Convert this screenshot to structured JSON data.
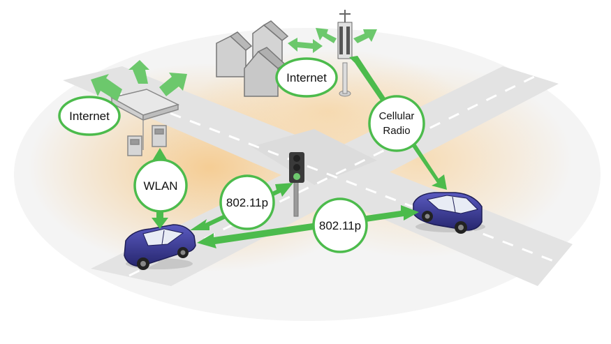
{
  "labels": {
    "internet_station": "Internet",
    "internet_houses": "Internet",
    "cellular_line1": "Cellular",
    "cellular_line2": "Radio",
    "wlan": "WLAN",
    "v2i": "802.11p",
    "v2v": "802.11p"
  },
  "colors": {
    "accent_green": "#4cbb4c",
    "road": "#e6e6e6",
    "glow": "#f7d7a8",
    "car_body": "#3b3b9a",
    "car_window": "#e8ecf5"
  },
  "icons": [
    "gas-station-icon",
    "house-icon",
    "cell-tower-icon",
    "traffic-light-icon",
    "car-icon"
  ]
}
